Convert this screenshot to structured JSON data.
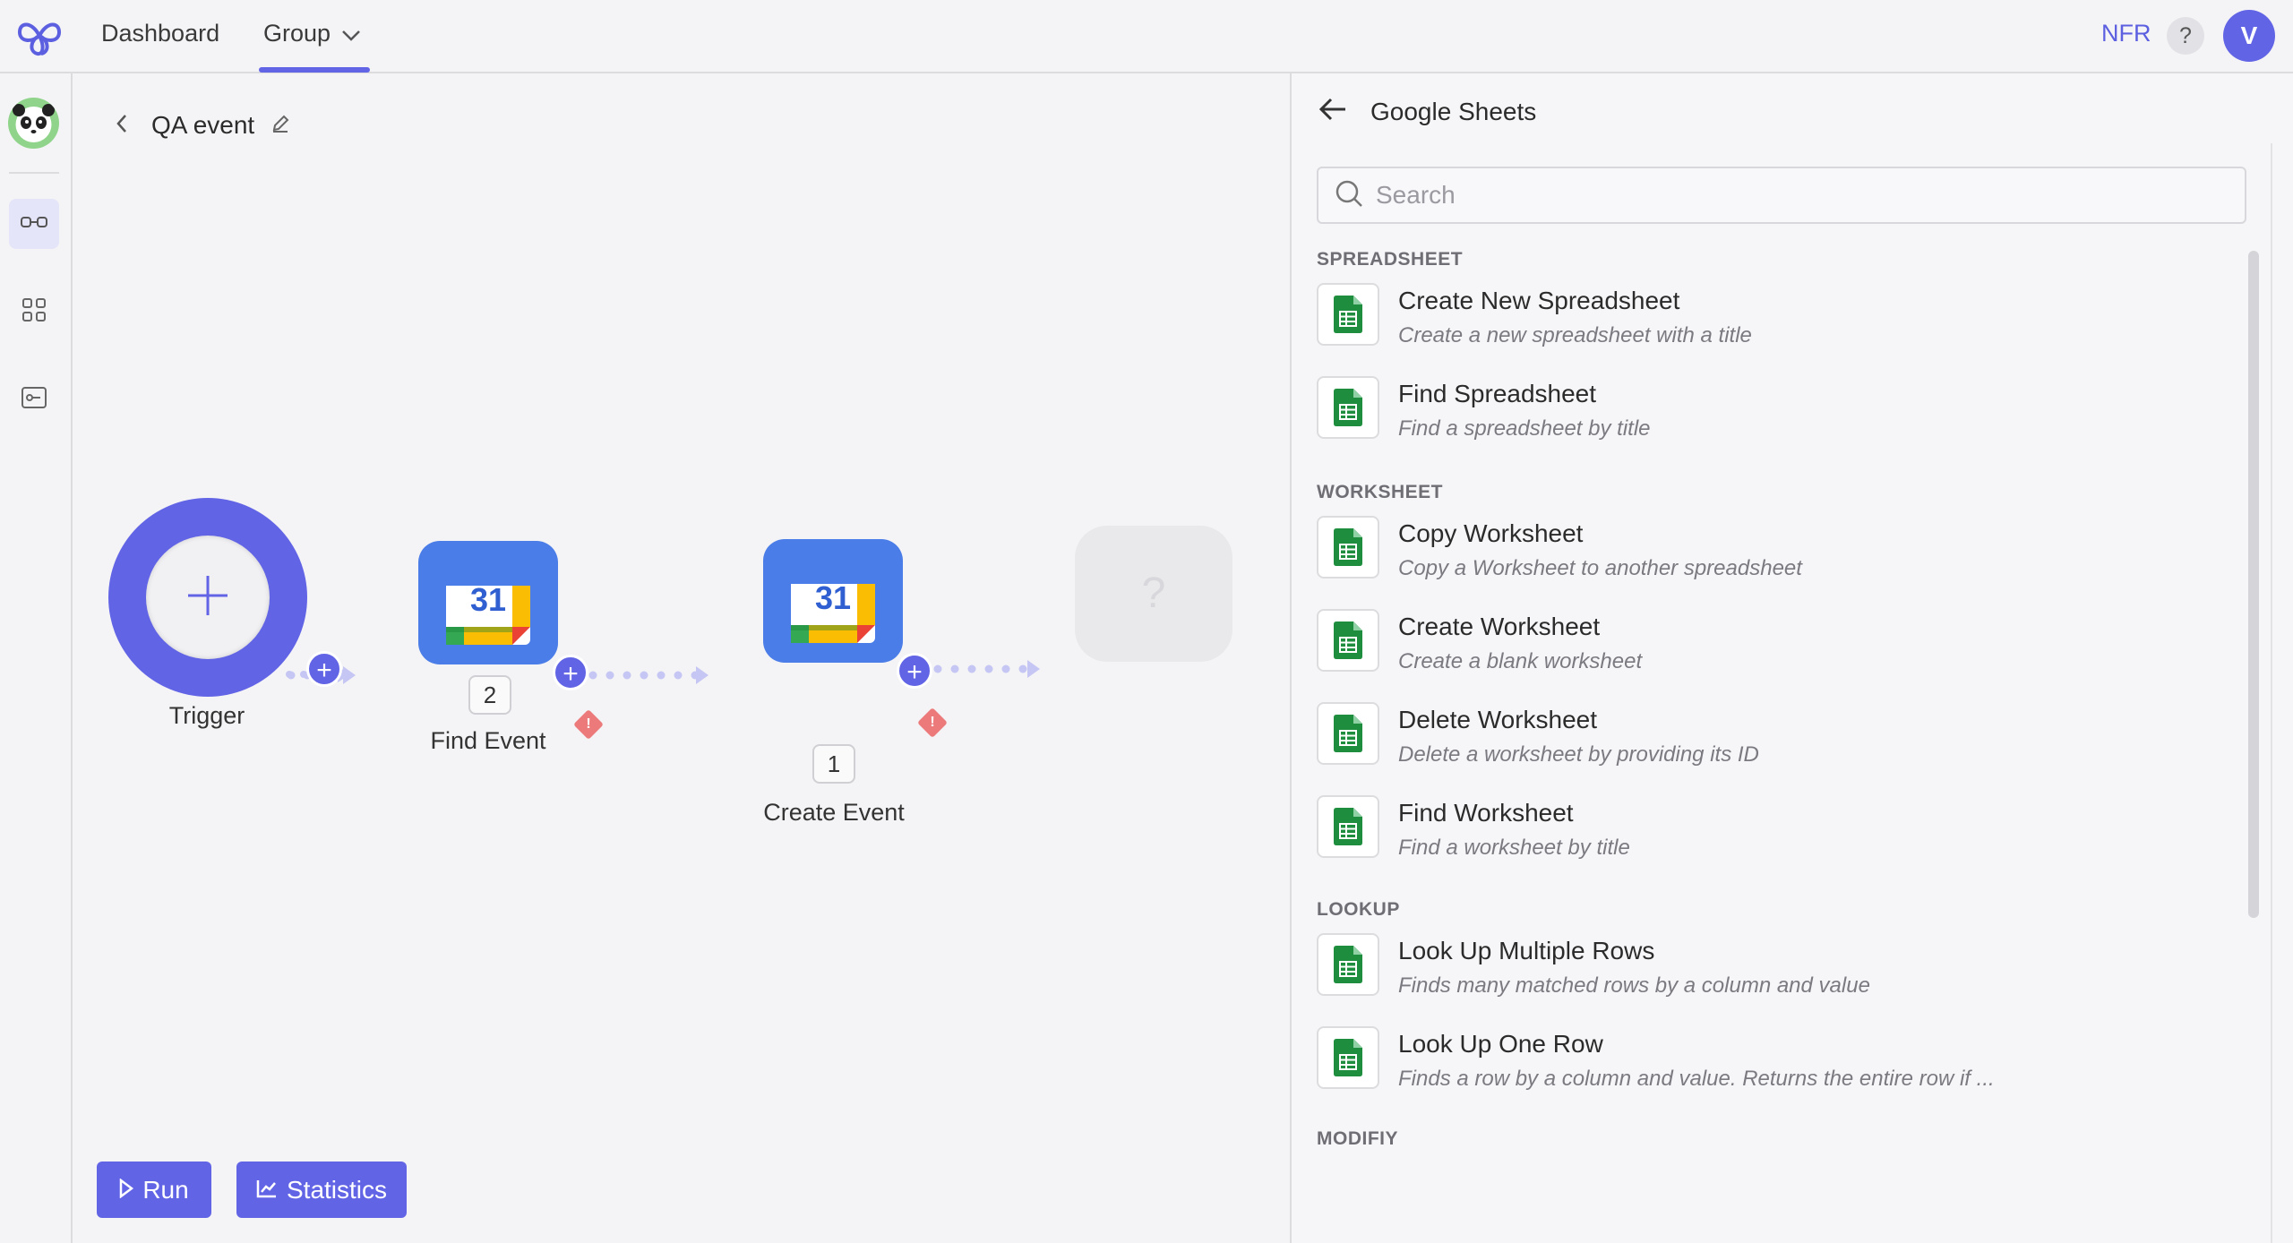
{
  "topbar": {
    "nav": {
      "dashboard": "Dashboard",
      "group": "Group"
    },
    "workspace": "NFR",
    "help": "?",
    "avatar_initial": "V"
  },
  "canvas": {
    "flow_title": "QA event",
    "nodes": {
      "trigger": {
        "label": "Trigger"
      },
      "find_event": {
        "label": "Find Event",
        "count": "2",
        "calendar_day": "31"
      },
      "create_event": {
        "label": "Create Event",
        "count": "1",
        "calendar_day": "31"
      },
      "placeholder": {
        "symbol": "?"
      }
    },
    "actions": {
      "run": "Run",
      "statistics": "Statistics"
    }
  },
  "panel": {
    "title": "Google Sheets",
    "search_placeholder": "Search",
    "sections": [
      {
        "heading": "SPREADSHEET",
        "items": [
          {
            "title": "Create New Spreadsheet",
            "desc": "Create a new spreadsheet with a title"
          },
          {
            "title": "Find Spreadsheet",
            "desc": "Find a spreadsheet by title"
          }
        ]
      },
      {
        "heading": "WORKSHEET",
        "items": [
          {
            "title": "Copy Worksheet",
            "desc": "Copy a Worksheet to another spreadsheet"
          },
          {
            "title": "Create Worksheet",
            "desc": "Create a blank worksheet"
          },
          {
            "title": "Delete Worksheet",
            "desc": "Delete a worksheet by providing its ID"
          },
          {
            "title": "Find Worksheet",
            "desc": "Find a worksheet by title"
          }
        ]
      },
      {
        "heading": "LOOKUP",
        "items": [
          {
            "title": "Look Up Multiple Rows",
            "desc": "Finds many matched rows by a column and value"
          },
          {
            "title": "Look Up One Row",
            "desc": "Finds a row by a column and value. Returns the entire row if ..."
          }
        ]
      },
      {
        "heading": "MODIFIY",
        "items": []
      }
    ]
  },
  "colors": {
    "accent": "#6264e6",
    "calendar_blue": "#4a7de8",
    "sheets_green": "#1e8e3e",
    "warning": "#ec7a7a"
  }
}
